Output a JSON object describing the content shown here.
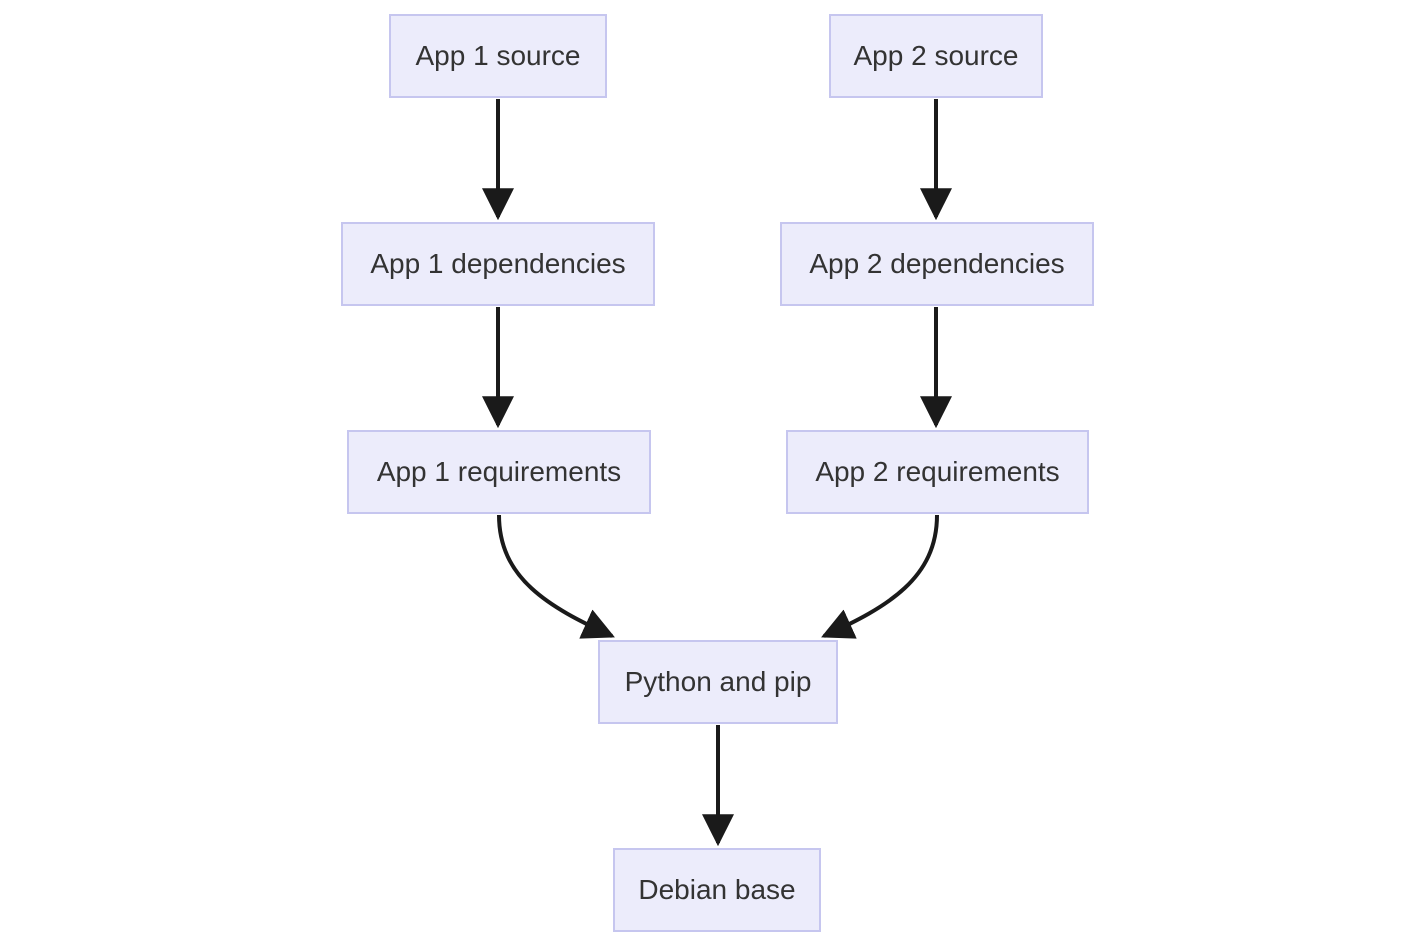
{
  "diagram": {
    "type": "flowchart",
    "direction": "top-down",
    "colors": {
      "background": "#ffffff",
      "node_fill": "#ececfb",
      "node_border": "#c6c6ef",
      "node_text": "#333333",
      "edge": "#1a1a1a"
    },
    "nodes": [
      {
        "id": "app1-source",
        "label": "App 1 source"
      },
      {
        "id": "app2-source",
        "label": "App 2 source"
      },
      {
        "id": "app1-dependencies",
        "label": "App 1 dependencies"
      },
      {
        "id": "app2-dependencies",
        "label": "App 2 dependencies"
      },
      {
        "id": "app1-requirements",
        "label": "App 1 requirements"
      },
      {
        "id": "app2-requirements",
        "label": "App 2 requirements"
      },
      {
        "id": "python-and-pip",
        "label": "Python and pip"
      },
      {
        "id": "debian-base",
        "label": "Debian base"
      }
    ],
    "edges": [
      {
        "from": "app1-source",
        "to": "app1-dependencies",
        "style": "arrow"
      },
      {
        "from": "app2-source",
        "to": "app2-dependencies",
        "style": "arrow"
      },
      {
        "from": "app1-dependencies",
        "to": "app1-requirements",
        "style": "arrow"
      },
      {
        "from": "app2-dependencies",
        "to": "app2-requirements",
        "style": "arrow"
      },
      {
        "from": "app1-requirements",
        "to": "python-and-pip",
        "style": "arrow-curved"
      },
      {
        "from": "app2-requirements",
        "to": "python-and-pip",
        "style": "arrow-curved"
      },
      {
        "from": "python-and-pip",
        "to": "debian-base",
        "style": "arrow"
      }
    ]
  }
}
